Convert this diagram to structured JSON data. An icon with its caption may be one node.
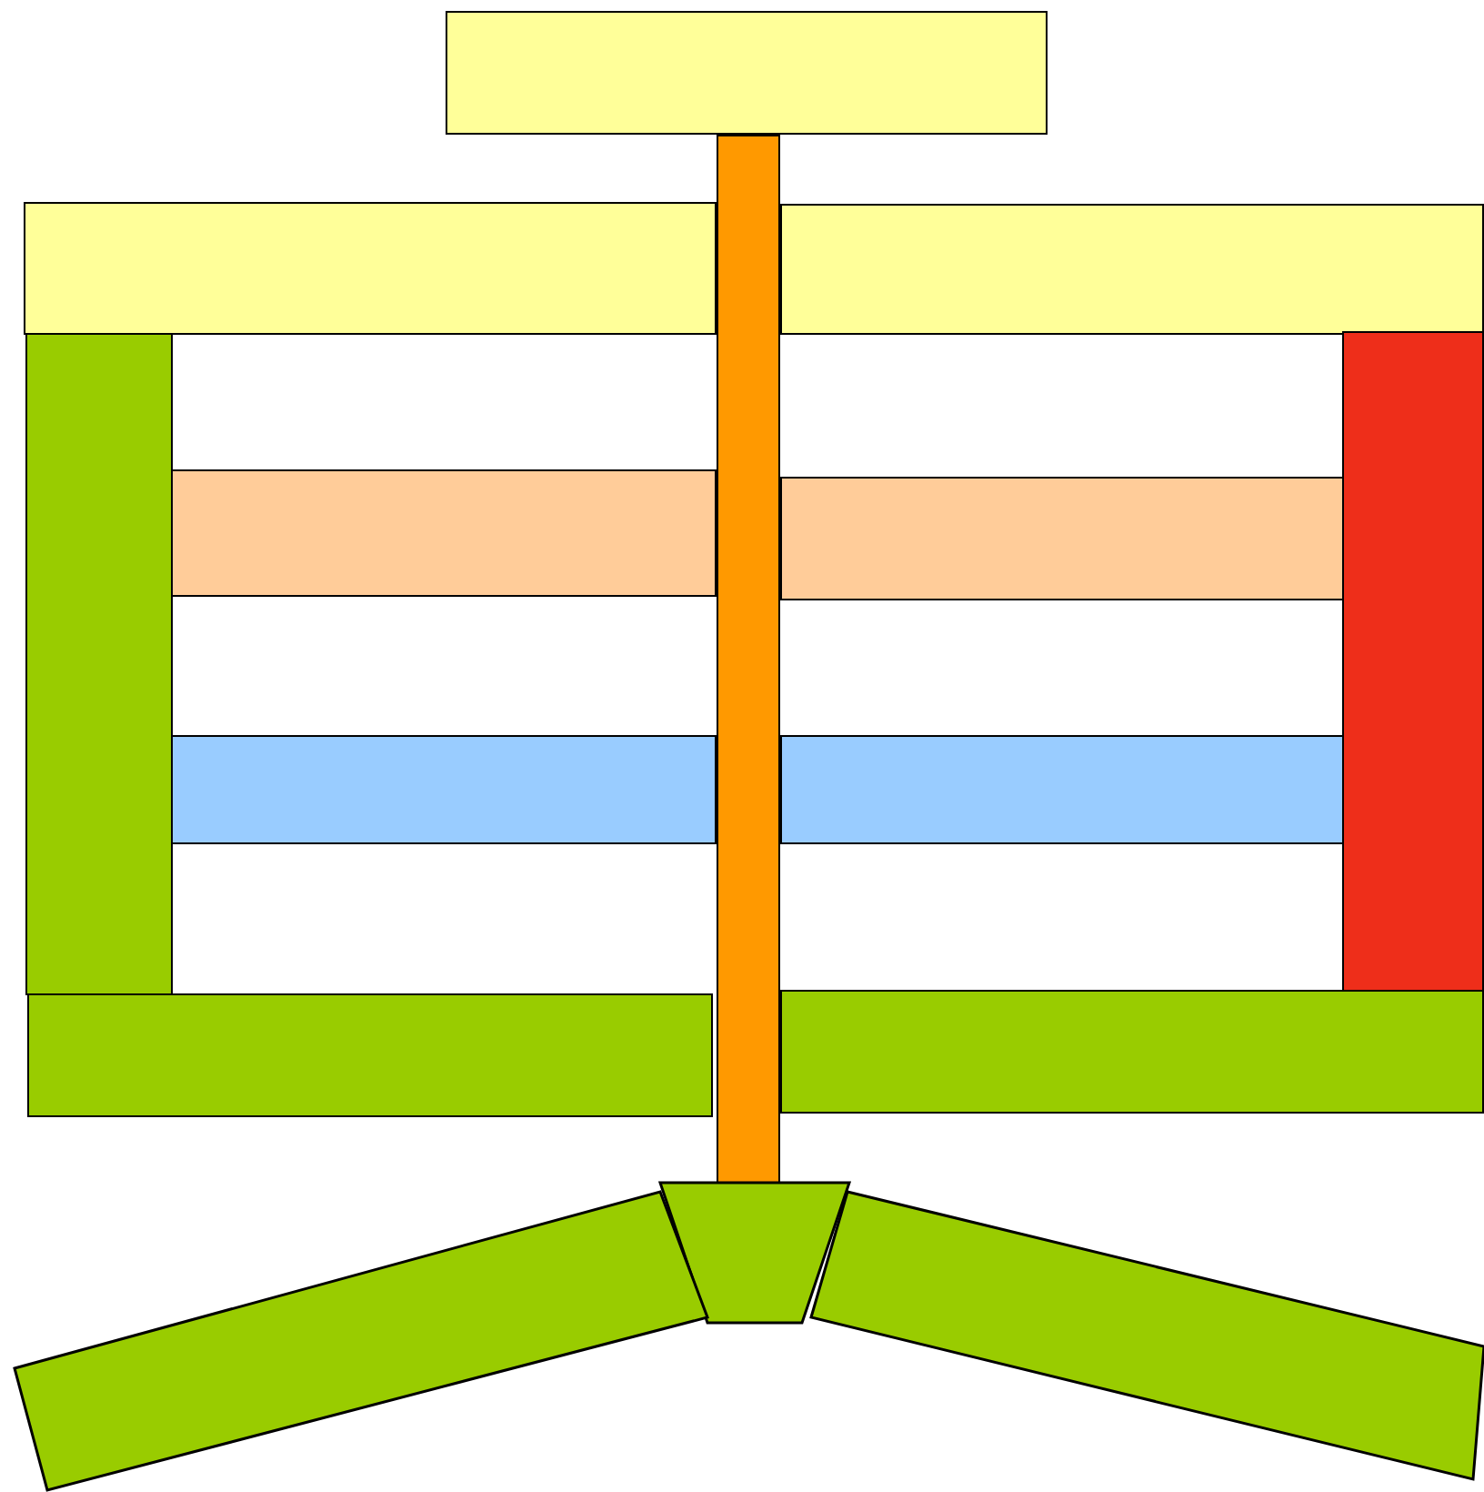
{
  "diagram": {
    "nodes": [
      {
        "text": [],
        "shape": "box"
      },
      {
        "text": [],
        "shape": "bar"
      },
      {
        "text": [],
        "shape": "box"
      },
      {
        "text": [],
        "shape": "box"
      },
      {
        "text": [],
        "shape": "bar"
      },
      {
        "text": [],
        "shape": "bar"
      },
      {
        "text": [],
        "shape": "bar"
      },
      {
        "text": [],
        "shape": "bar"
      },
      {
        "text": [],
        "shape": "bar"
      },
      {
        "text": [],
        "shape": "bar"
      },
      {
        "text": [],
        "shape": "bar"
      },
      {
        "text": [],
        "shape": "bar"
      },
      {
        "text": [],
        "shape": "trapezoid"
      },
      {
        "text": [],
        "shape": "leg"
      },
      {
        "text": [],
        "shape": "leg"
      }
    ]
  }
}
